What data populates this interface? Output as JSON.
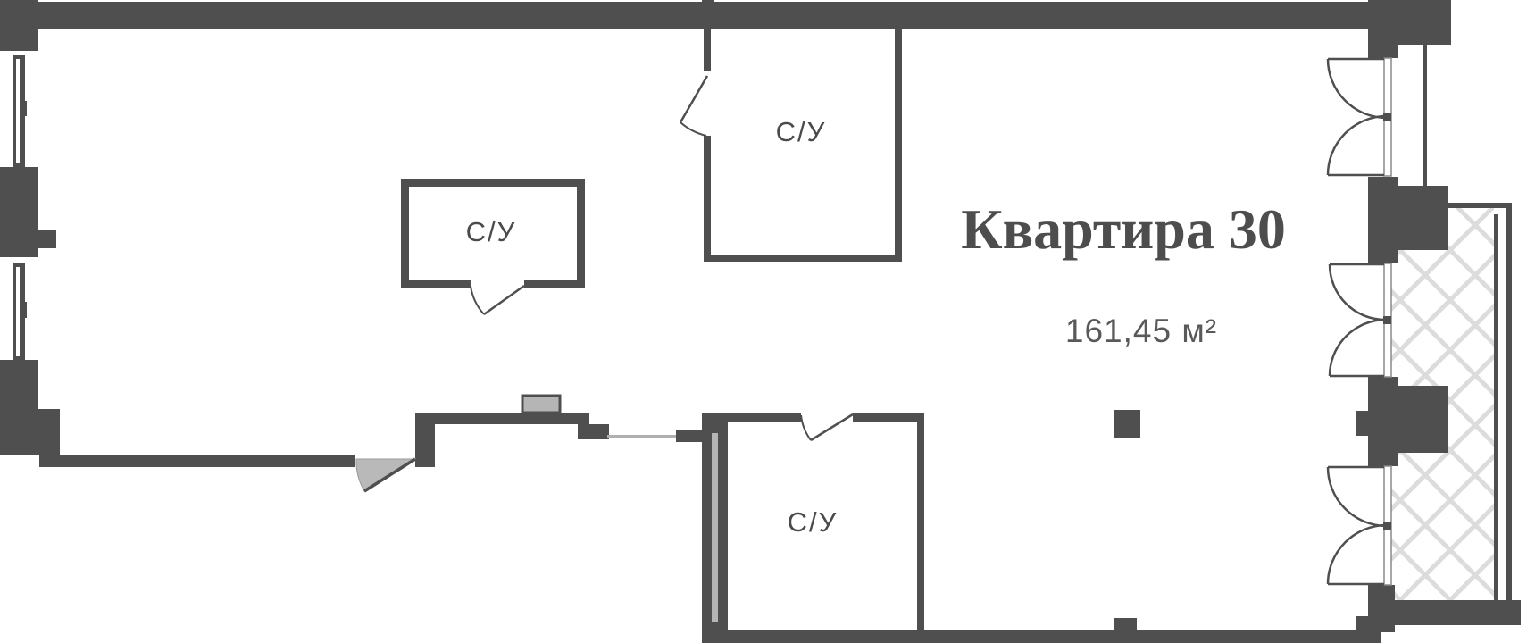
{
  "plan": {
    "title": "Квартира 30",
    "area": "161,45 м²",
    "rooms": [
      {
        "id": "bathroom-top",
        "label": "С/У"
      },
      {
        "id": "bathroom-middle",
        "label": "С/У"
      },
      {
        "id": "bathroom-bottom",
        "label": "С/У"
      }
    ],
    "colors": {
      "wall": "#4f4f4f",
      "light_fill": "#b5b5b5",
      "door_wedge": "#b9b9b9",
      "opening_line": "#b0b0b0",
      "hatch": "#dcdcdc",
      "title_text": "#4d4d4d",
      "area_text": "#595959",
      "room_text": "#4a4a4a",
      "background": "#ffffff"
    }
  }
}
